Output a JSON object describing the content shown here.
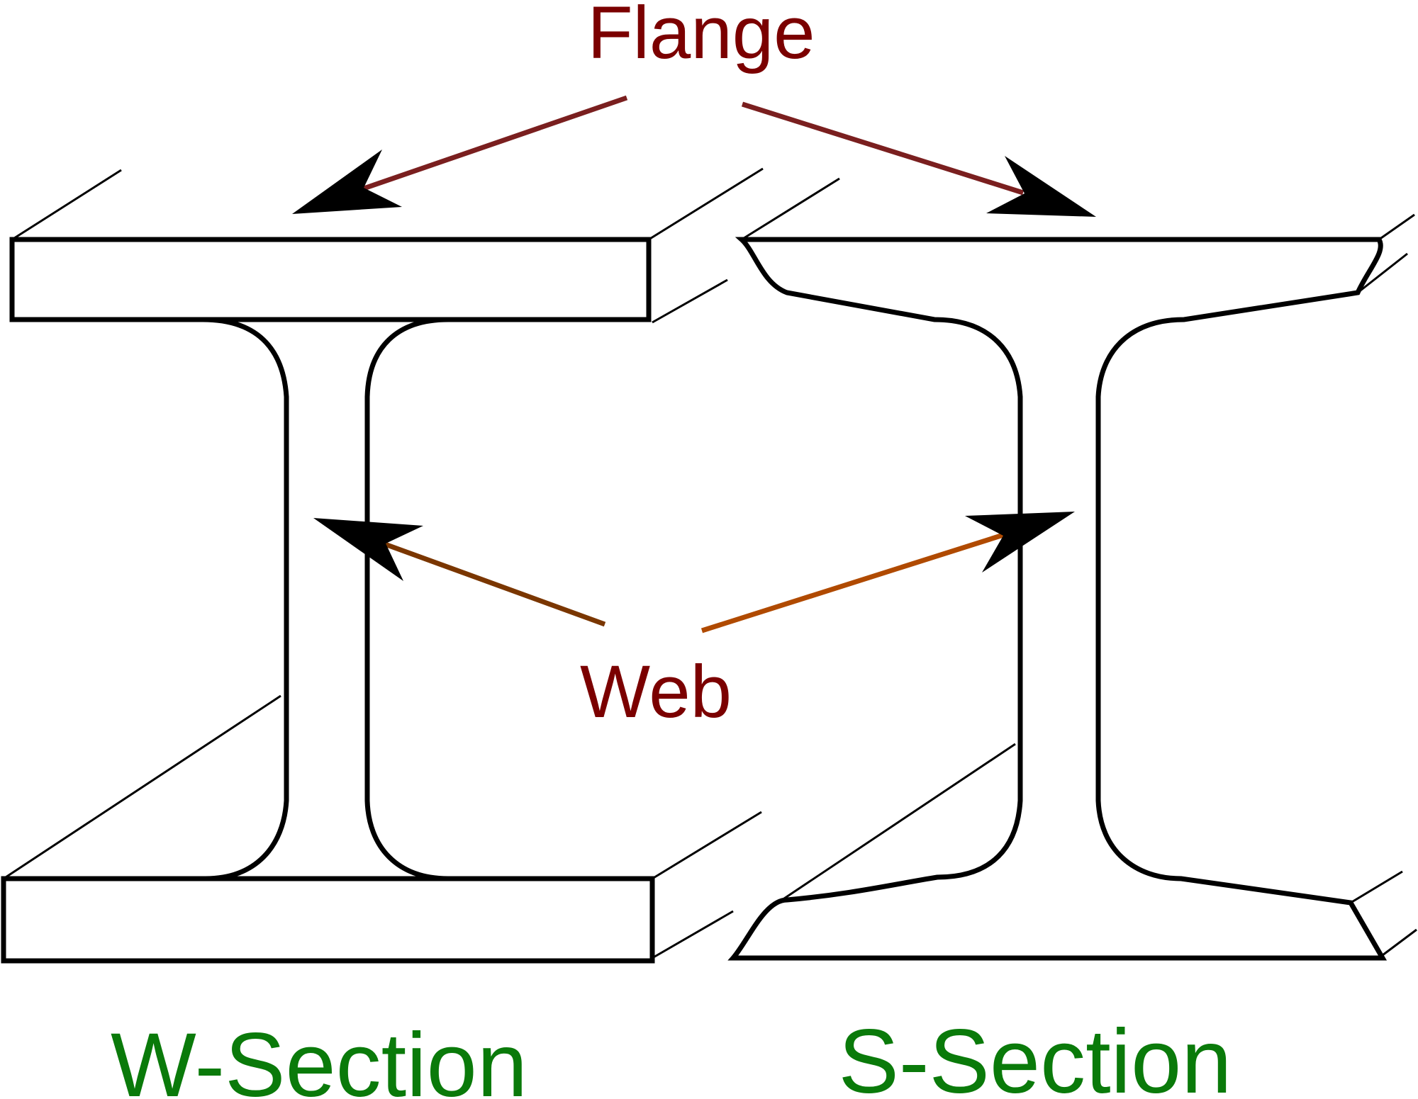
{
  "labels": {
    "flange": "Flange",
    "web": "Web",
    "w_section": "W-Section",
    "s_section": "S-Section"
  },
  "colors": {
    "label_text": "#7b0000",
    "section_text": "#0a7a0a",
    "outline": "#000000",
    "flange_arrow": "#7a1f1f",
    "web_arrow_left": "#7a3600",
    "web_arrow_right": "#b04a00"
  }
}
